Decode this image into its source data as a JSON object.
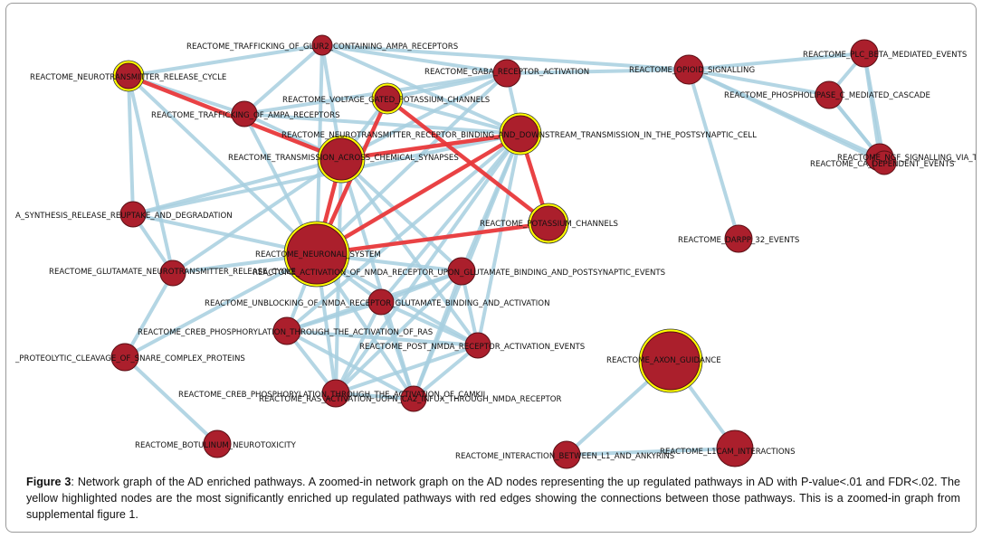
{
  "colors": {
    "node_fill": "#ab1f2c",
    "node_stroke": "#5a0f15",
    "highlight_ring": "#ffff00",
    "edge_default": "#a8cfe0",
    "edge_highlight": "#e8383b",
    "frame_border": "#9a9a9a"
  },
  "graph": {
    "nodes": [
      {
        "id": "trafficking_glur2",
        "label": "REACTOME_TRAFFICKING_OF_GLUR2_CONTAINING_AMPA_RECEPTORS",
        "highlighted": false
      },
      {
        "id": "gaba_receptor_activation",
        "label": "REACTOME_GABA_RECEPTOR_ACTIVATION",
        "highlighted": false
      },
      {
        "id": "opioid_signalling",
        "label": "REACTOME_OPIOID_SIGNALLING",
        "highlighted": false
      },
      {
        "id": "plc_beta",
        "label": "REACTOME_PLC_BETA_MEDIATED_EVENTS",
        "highlighted": false
      },
      {
        "id": "phospholipase_c",
        "label": "REACTOME_PHOSPHOLIPASE_C_MEDIATED_CASCADE",
        "highlighted": false
      },
      {
        "id": "nt_release_cycle",
        "label": "REACTOME_NEUROTRANSMITTER_RELEASE_CYCLE",
        "highlighted": true
      },
      {
        "id": "voltage_gated_k",
        "label": "REACTOME_VOLTAGE_GATED_POTASSIUM_CHANNELS",
        "highlighted": true
      },
      {
        "id": "trafficking_ampa",
        "label": "REACTOME_TRAFFICKING_OF_AMPA_RECEPTORS",
        "highlighted": false
      },
      {
        "id": "nt_receptor_binding",
        "label": "REACTOME_NEUROTRANSMITTER_RECEPTOR_BINDING_AND_DOWNSTREAM_TRANSMISSION_IN_THE_POSTSYNAPTIC_CELL",
        "highlighted": true
      },
      {
        "id": "transmission_chemical",
        "label": "REACTOME_TRANSMISSION_ACROSS_CHEMICAL_SYNAPSES",
        "highlighted": true
      },
      {
        "id": "nge_signalling",
        "label": "REACTOME_NGF_SIGNALLING_VIA_TRKA_FROM_THE_PLASMA_MEMBRANE",
        "highlighted": false
      },
      {
        "id": "ca_dependent",
        "label": "REACTOME_CA_DEPENDENT_EVENTS",
        "highlighted": false
      },
      {
        "id": "gaba_synthesis",
        "label": "REACTOME_GABA_SYNTHESIS_RELEASE_REUPTAKE_AND_DEGRADATION",
        "highlighted": false
      },
      {
        "id": "potassium_channels",
        "label": "REACTOME_POTASSIUM_CHANNELS",
        "highlighted": true
      },
      {
        "id": "darpp32",
        "label": "REACTOME_DARPP_32_EVENTS",
        "highlighted": false
      },
      {
        "id": "neuronal_system",
        "label": "REACTOME_NEURONAL_SYSTEM",
        "highlighted": true
      },
      {
        "id": "glutamate_release",
        "label": "REACTOME_GLUTAMATE_NEUROTRANSMITTER_RELEASE_CYCLE",
        "highlighted": false
      },
      {
        "id": "activation_nmda",
        "label": "REACTOME_ACTIVATION_OF_NMDA_RECEPTOR_UPON_GLUTAMATE_BINDING_AND_POSTSYNAPTIC_EVENTS",
        "highlighted": false
      },
      {
        "id": "unblocking_nmda",
        "label": "REACTOME_UNBLOCKING_OF_NMDA_RECEPTOR_GLUTAMATE_BINDING_AND_ACTIVATION",
        "highlighted": false
      },
      {
        "id": "creb_ras",
        "label": "REACTOME_CREB_PHOSPHORYLATION_THROUGH_THE_ACTIVATION_OF_RAS",
        "highlighted": false
      },
      {
        "id": "post_nmda",
        "label": "REACTOME_POST_NMDA_RECEPTOR_ACTIVATION_EVENTS",
        "highlighted": false
      },
      {
        "id": "snare",
        "label": "REACTOME_PROTEOLYTIC_CLEAVAGE_OF_SNARE_COMPLEX_PROTEINS",
        "highlighted": false
      },
      {
        "id": "axon_guidance",
        "label": "REACTOME_AXON_GUIDANCE",
        "highlighted": true
      },
      {
        "id": "creb_camkii",
        "label": "REACTOME_CREB_PHOSPHORYLATION_THROUGH_THE_ACTIVATION_OF_CAMKII",
        "highlighted": false
      },
      {
        "id": "ras_activation",
        "label": "REACTOME_RAS_ACTIVATION_UOPN_CA2_INFUX_THROUGH_NMDA_RECEPTOR",
        "highlighted": false
      },
      {
        "id": "botulinum",
        "label": "REACTOME_BOTULINUM_NEUROTOXICITY",
        "highlighted": false
      },
      {
        "id": "l1_ankyrins",
        "label": "REACTOME_INTERACTION_BETWEEN_L1_AND_ANKYRINS",
        "highlighted": false
      },
      {
        "id": "l1cam",
        "label": "REACTOME_L1CAM_INTERACTIONS",
        "highlighted": false
      }
    ],
    "edges": [
      [
        "neuronal_system",
        "transmission_chemical",
        true
      ],
      [
        "neuronal_system",
        "nt_receptor_binding",
        true
      ],
      [
        "neuronal_system",
        "potassium_channels",
        true
      ],
      [
        "neuronal_system",
        "voltage_gated_k",
        true
      ],
      [
        "transmission_chemical",
        "nt_release_cycle",
        true
      ],
      [
        "transmission_chemical",
        "nt_receptor_binding",
        true
      ],
      [
        "voltage_gated_k",
        "potassium_channels",
        true
      ],
      [
        "nt_receptor_binding",
        "potassium_channels",
        true
      ],
      [
        "neuronal_system",
        "trafficking_glur2",
        false
      ],
      [
        "neuronal_system",
        "gaba_receptor_activation",
        false
      ],
      [
        "neuronal_system",
        "nt_release_cycle",
        false
      ],
      [
        "neuronal_system",
        "trafficking_ampa",
        false
      ],
      [
        "neuronal_system",
        "gaba_synthesis",
        false
      ],
      [
        "neuronal_system",
        "glutamate_release",
        false
      ],
      [
        "neuronal_system",
        "activation_nmda",
        false
      ],
      [
        "neuronal_system",
        "unblocking_nmda",
        false
      ],
      [
        "neuronal_system",
        "creb_ras",
        false
      ],
      [
        "neuronal_system",
        "post_nmda",
        false
      ],
      [
        "neuronal_system",
        "creb_camkii",
        false
      ],
      [
        "neuronal_system",
        "ras_activation",
        false
      ],
      [
        "neuronal_system",
        "snare",
        false
      ],
      [
        "transmission_chemical",
        "trafficking_glur2",
        false
      ],
      [
        "transmission_chemical",
        "trafficking_ampa",
        false
      ],
      [
        "transmission_chemical",
        "gaba_receptor_activation",
        false
      ],
      [
        "transmission_chemical",
        "voltage_gated_k",
        false
      ],
      [
        "transmission_chemical",
        "activation_nmda",
        false
      ],
      [
        "transmission_chemical",
        "post_nmda",
        false
      ],
      [
        "transmission_chemical",
        "creb_camkii",
        false
      ],
      [
        "transmission_chemical",
        "ras_activation",
        false
      ],
      [
        "transmission_chemical",
        "glutamate_release",
        false
      ],
      [
        "transmission_chemical",
        "gaba_synthesis",
        false
      ],
      [
        "nt_receptor_binding",
        "trafficking_glur2",
        false
      ],
      [
        "nt_receptor_binding",
        "gaba_receptor_activation",
        false
      ],
      [
        "nt_receptor_binding",
        "trafficking_ampa",
        false
      ],
      [
        "nt_receptor_binding",
        "activation_nmda",
        false
      ],
      [
        "nt_receptor_binding",
        "unblocking_nmda",
        false
      ],
      [
        "nt_receptor_binding",
        "creb_ras",
        false
      ],
      [
        "nt_receptor_binding",
        "post_nmda",
        false
      ],
      [
        "nt_receptor_binding",
        "creb_camkii",
        false
      ],
      [
        "nt_receptor_binding",
        "ras_activation",
        false
      ],
      [
        "nt_receptor_binding",
        "gaba_synthesis",
        false
      ],
      [
        "nt_receptor_binding",
        "voltage_gated_k",
        false
      ],
      [
        "gaba_receptor_activation",
        "trafficking_glur2",
        false
      ],
      [
        "gaba_receptor_activation",
        "trafficking_ampa",
        false
      ],
      [
        "gaba_receptor_activation",
        "opioid_signalling",
        false
      ],
      [
        "gaba_receptor_activation",
        "voltage_gated_k",
        false
      ],
      [
        "trafficking_glur2",
        "trafficking_ampa",
        false
      ],
      [
        "trafficking_glur2",
        "nt_release_cycle",
        false
      ],
      [
        "trafficking_ampa",
        "nt_release_cycle",
        false
      ],
      [
        "nt_release_cycle",
        "glutamate_release",
        false
      ],
      [
        "nt_release_cycle",
        "gaba_synthesis",
        false
      ],
      [
        "gaba_synthesis",
        "glutamate_release",
        false
      ],
      [
        "opioid_signalling",
        "plc_beta",
        false
      ],
      [
        "opioid_signalling",
        "phospholipase_c",
        false
      ],
      [
        "opioid_signalling",
        "nge_signalling",
        false
      ],
      [
        "opioid_signalling",
        "ca_dependent",
        false
      ],
      [
        "opioid_signalling",
        "darpp32",
        false
      ],
      [
        "opioid_signalling",
        "trafficking_glur2",
        false
      ],
      [
        "plc_beta",
        "phospholipase_c",
        false
      ],
      [
        "plc_beta",
        "nge_signalling",
        false
      ],
      [
        "plc_beta",
        "ca_dependent",
        false
      ],
      [
        "phospholipase_c",
        "nge_signalling",
        false
      ],
      [
        "phospholipase_c",
        "ca_dependent",
        false
      ],
      [
        "nge_signalling",
        "ca_dependent",
        false
      ],
      [
        "activation_nmda",
        "unblocking_nmda",
        false
      ],
      [
        "activation_nmda",
        "creb_ras",
        false
      ],
      [
        "activation_nmda",
        "post_nmda",
        false
      ],
      [
        "activation_nmda",
        "creb_camkii",
        false
      ],
      [
        "activation_nmda",
        "ras_activation",
        false
      ],
      [
        "unblocking_nmda",
        "creb_ras",
        false
      ],
      [
        "unblocking_nmda",
        "post_nmda",
        false
      ],
      [
        "unblocking_nmda",
        "creb_camkii",
        false
      ],
      [
        "unblocking_nmda",
        "ras_activation",
        false
      ],
      [
        "creb_ras",
        "post_nmda",
        false
      ],
      [
        "creb_ras",
        "creb_camkii",
        false
      ],
      [
        "creb_ras",
        "ras_activation",
        false
      ],
      [
        "post_nmda",
        "creb_camkii",
        false
      ],
      [
        "post_nmda",
        "ras_activation",
        false
      ],
      [
        "creb_camkii",
        "ras_activation",
        false
      ],
      [
        "snare",
        "botulinum",
        false
      ],
      [
        "snare",
        "glutamate_release",
        false
      ],
      [
        "axon_guidance",
        "l1_ankyrins",
        false
      ],
      [
        "axon_guidance",
        "l1cam",
        false
      ],
      [
        "l1_ankyrins",
        "l1cam",
        false
      ]
    ]
  },
  "caption": {
    "figure_label": "Figure 3",
    "text": ": Network graph of the AD enriched pathways. A zoomed-in network graph on the AD nodes representing the up regulated pathways in AD with P-value<.01 and FDR<.02. The yellow highlighted nodes are the most significantly enriched up regulated pathways with red edges showing the connections between those pathways. This is a zoomed-in graph from supplemental figure 1."
  }
}
